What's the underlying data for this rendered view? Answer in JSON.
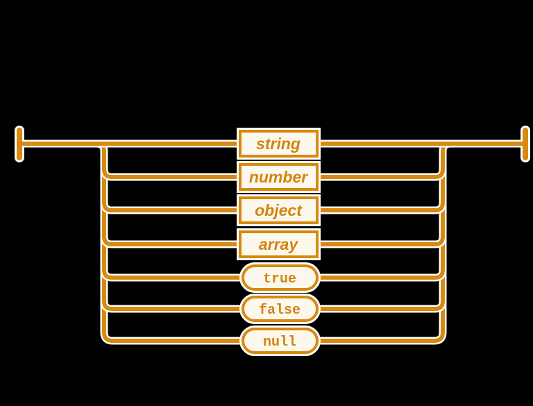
{
  "nodes": [
    {
      "label": "string",
      "kind": "nonterminal"
    },
    {
      "label": "number",
      "kind": "nonterminal"
    },
    {
      "label": "object",
      "kind": "nonterminal"
    },
    {
      "label": "array",
      "kind": "nonterminal"
    },
    {
      "label": "true",
      "kind": "terminal"
    },
    {
      "label": "false",
      "kind": "terminal"
    },
    {
      "label": "null",
      "kind": "terminal"
    }
  ],
  "colors": {
    "stroke": "#D8890F",
    "text": "#D28410",
    "node_fill": "#FDF8ED",
    "casing": "#FFFFFF",
    "background": "#000000"
  }
}
